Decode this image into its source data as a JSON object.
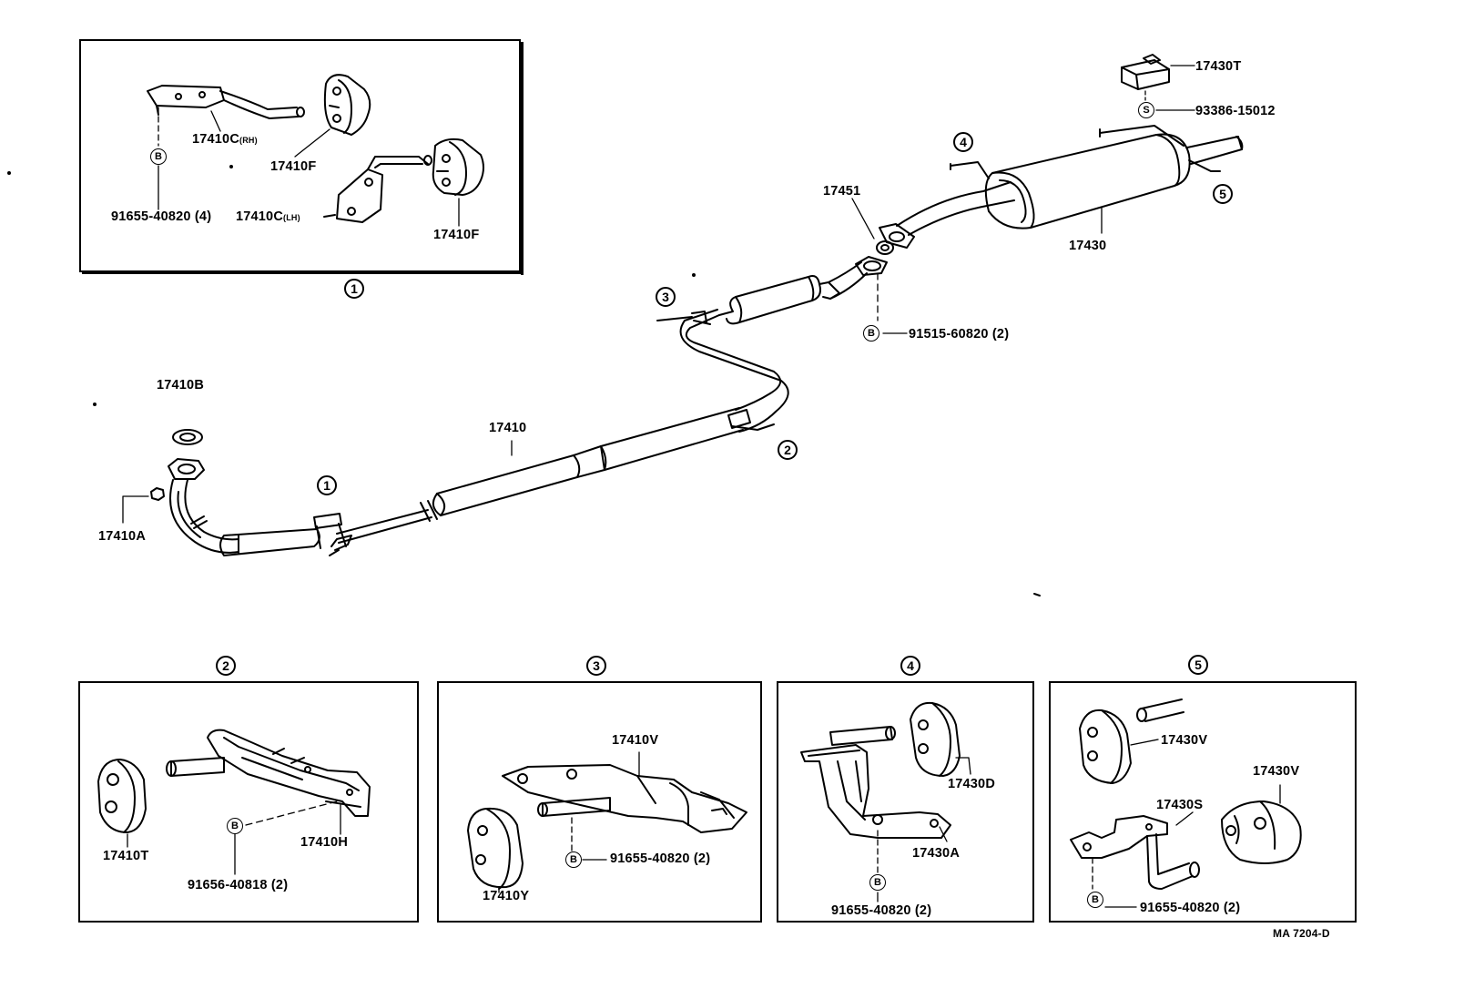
{
  "diagram": {
    "code": "MA 7204-D",
    "callouts": [
      "1",
      "2",
      "3",
      "4",
      "5"
    ],
    "fastener_symbols": {
      "bolt": "B",
      "screw": "S"
    },
    "main": {
      "p17410B": "17410B",
      "p17410A": "17410A",
      "p17410": "17410",
      "p17451": "17451",
      "p17430": "17430",
      "p17430T": "17430T",
      "p93386": "93386-15012",
      "p91515": "91515-60820 (2)"
    },
    "panel1": {
      "p17410C_rh": "17410C",
      "p17410C_rh_suffix": "(RH)",
      "p17410F_a": "17410F",
      "p91655": "91655-40820 (4)",
      "p17410C_lh": "17410C",
      "p17410C_lh_suffix": "(LH)",
      "p17410F_b": "17410F"
    },
    "panel2": {
      "p17410T": "17410T",
      "p17410H": "17410H",
      "p91656": "91656-40818 (2)"
    },
    "panel3": {
      "p17410V": "17410V",
      "p17410Y": "17410Y",
      "p91655": "91655-40820 (2)"
    },
    "panel4": {
      "p17430D": "17430D",
      "p17430A": "17430A",
      "p91655": "91655-40820 (2)"
    },
    "panel5": {
      "p17430V_a": "17430V",
      "p17430V_b": "17430V",
      "p17430S": "17430S",
      "p91655": "91655-40820 (2)"
    }
  }
}
